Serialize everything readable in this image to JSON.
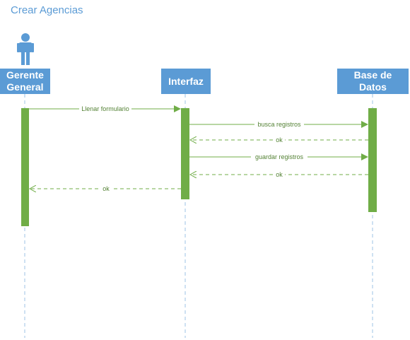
{
  "title": "Crear Agencias",
  "colors": {
    "header_fill": "#5b9bd5",
    "lifeline_dash": "#9dc3e6",
    "activation_fill": "#70ad47",
    "message_line": "#70ad47",
    "label_text": "#548235"
  },
  "participants": [
    {
      "id": "gerente",
      "label_line1": "Gerente",
      "label_line2": "General",
      "actor_icon": "person-icon"
    },
    {
      "id": "interfaz",
      "label_line1": "Interfaz",
      "label_line2": ""
    },
    {
      "id": "bd",
      "label_line1": "Base de",
      "label_line2": "Datos"
    }
  ],
  "messages": [
    {
      "from": "gerente",
      "to": "interfaz",
      "label": "Llenar formulario",
      "kind": "sync"
    },
    {
      "from": "interfaz",
      "to": "bd",
      "label": "busca registros",
      "kind": "sync"
    },
    {
      "from": "bd",
      "to": "interfaz",
      "label": "ok",
      "kind": "return"
    },
    {
      "from": "interfaz",
      "to": "bd",
      "label": "guardar registros",
      "kind": "sync"
    },
    {
      "from": "bd",
      "to": "interfaz",
      "label": "ok",
      "kind": "return"
    },
    {
      "from": "interfaz",
      "to": "gerente",
      "label": "ok",
      "kind": "return"
    }
  ]
}
